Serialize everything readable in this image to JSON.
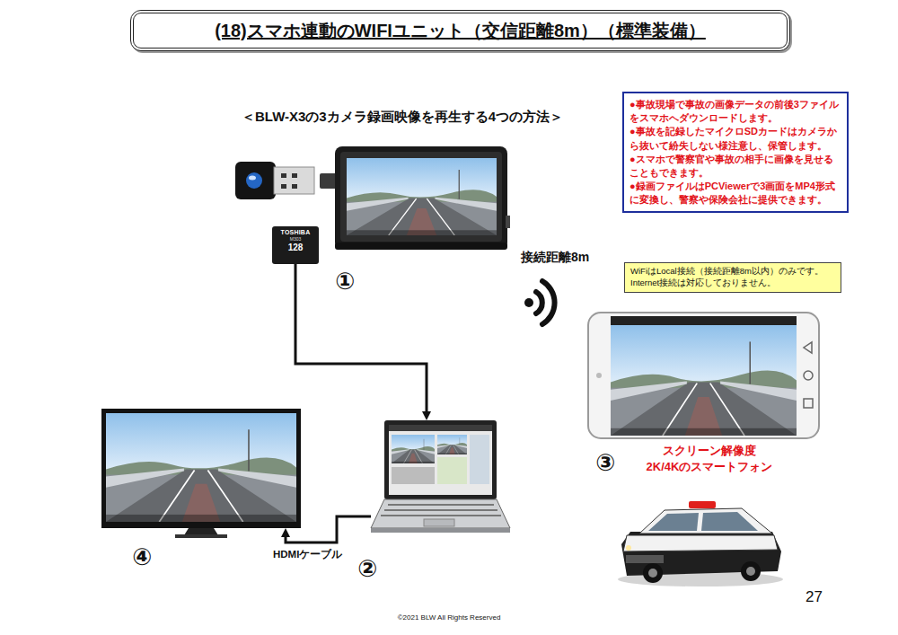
{
  "diagram": {
    "title": "(18)スマホ連動のWIFIユニット（交信距離8m）（標準装備）",
    "nodes": [
      {
        "text": [
          "●事故現場で事故の画像データの前後3ファイルをスマホへダウンロードします。",
          "●事故を記録したマイクロSDカードはカメラから抜いて紛失しない様注意し、保管します。",
          "●スマホで警察官や事故の相手に画像を見せることもできます。",
          "●録画ファイルはPCViewerで3画面をMP4形式に変換し、警察や保険会社に提供できます。"
        ]
      },
      {
        "text": [
          "TOSHIBA",
          "M303",
          "128"
        ]
      },
      {
        "text": [
          "①"
        ]
      },
      {
        "text": [
          "WiFiはLocal接続（接続距離8m以内）のみです。Internet接続は対応しておりません。"
        ]
      },
      {
        "text": [
          "③",
          "スクリーン解像度 2K/4Kのスマートフォン"
        ]
      },
      {
        "text": [
          "④"
        ]
      },
      {
        "text": [
          "②"
        ]
      }
    ],
    "edges": [
      {
        "from": 1,
        "to": 6,
        "arrow": "to"
      },
      {
        "from": 6,
        "to": 5,
        "arrow": "to",
        "label": "HDMIケーブル"
      }
    ],
    "labels": [
      "＜BLW-X3の3カメラ録画映像を再生する4つの方法＞",
      "接続距離8m",
      "27",
      "©2021 BLW All Rights Reserved"
    ]
  }
}
